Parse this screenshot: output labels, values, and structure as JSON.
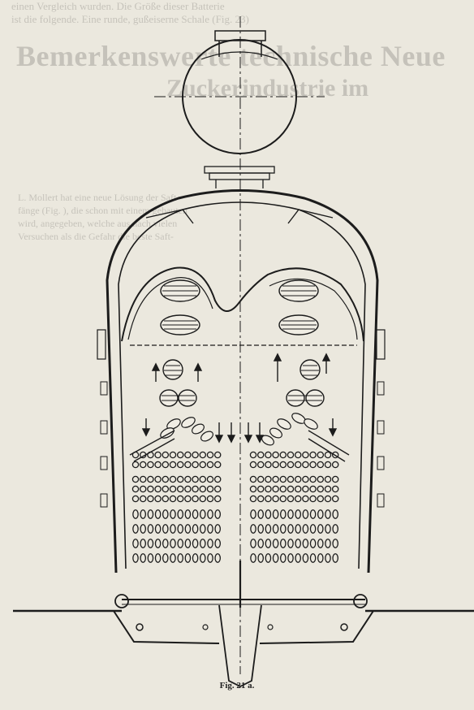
{
  "bleed_through": {
    "top_lines": [
      "einen Vergleich wurden. Die Größe dieser Batterie",
      "ist die folgende. Eine runde, gußeiserne Schale (Fig. 23)"
    ],
    "heading_line1": "Bemerkenswerte technische Neue",
    "heading_line2": "Zuckerindustrie im",
    "paragraph_lines": [
      "L. Mollert hat eine neue Lösung der Saft-",
      "fänge (Fig. ), die schon mit einem gebauten",
      "wird, angegeben, welche aus nach vielen",
      "Versuchen als die Gefahr die beste Saft-"
    ]
  },
  "figure": {
    "caption": "Fig. 21 a.",
    "subject": "boiler-cross-section"
  }
}
